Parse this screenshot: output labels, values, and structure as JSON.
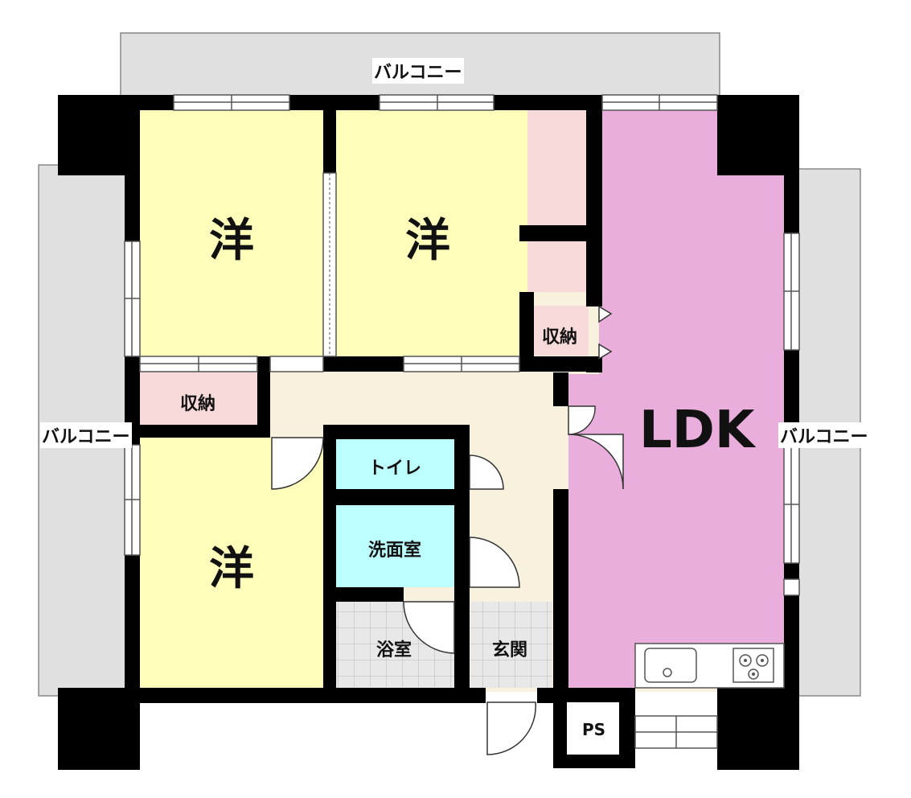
{
  "balconies": {
    "top": "バルコニー",
    "left": "バルコニー",
    "right": "バルコニー"
  },
  "rooms": {
    "western_1": "洋",
    "western_2": "洋",
    "western_3": "洋",
    "storage_1": "収納",
    "storage_2": "収納",
    "ldk": "LDK",
    "toilet": "トイレ",
    "washroom": "洗面室",
    "bathroom": "浴室",
    "entrance": "玄関",
    "ps": "PS"
  },
  "colors": {
    "western_room": "#FFFFBB",
    "ldk": "#E9AEDB",
    "storage": "#F9DADA",
    "hallway": "#F7F1DE",
    "wet_area": "#BDFFFF",
    "bath_tile": "#E4E4E4",
    "balcony": "#E0E0E0",
    "wall": "#000000"
  }
}
